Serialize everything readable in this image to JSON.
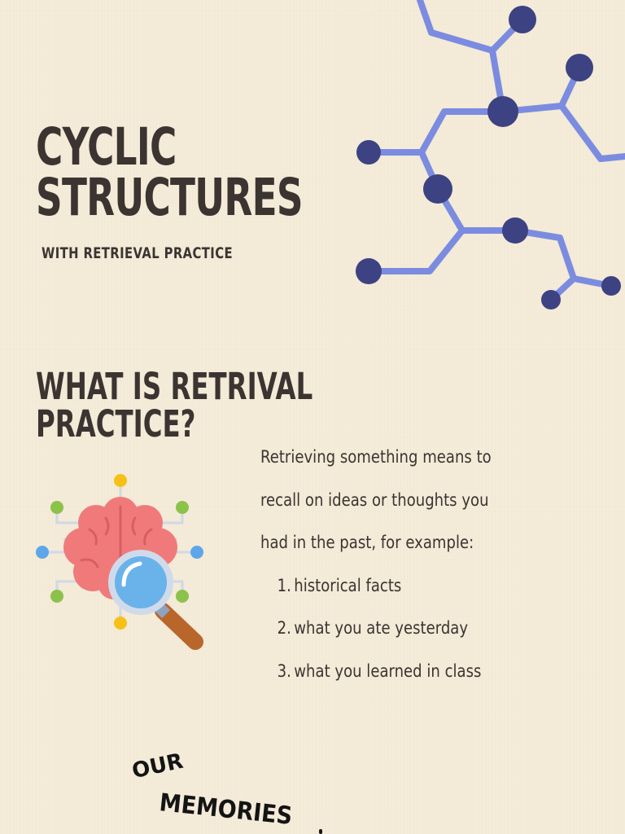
{
  "header": {
    "title_line_1": "CYCLIC",
    "title_line_2": "STRUCTURES",
    "subtitle": "WITH RETRIEVAL PRACTICE"
  },
  "section": {
    "heading_line_1": "WHAT IS RETRIVAL",
    "heading_line_2": "PRACTICE?",
    "paragraph_lines": [
      "Retrieving something means to",
      "recall on ideas or thoughts you",
      "had in the past, for example:"
    ],
    "list": [
      {
        "num": "1.",
        "text": "historical facts"
      },
      {
        "num": "2.",
        "text": "what you ate yesterday"
      },
      {
        "num": "3.",
        "text": "what you learned in class"
      }
    ]
  },
  "footer": {
    "word_1": "OUR",
    "word_2": "MEMORIES"
  },
  "icons": {
    "molecule": "molecule-structure-icon",
    "brain": "brain-magnifier-icon"
  },
  "colors": {
    "background": "#f5ecd9",
    "text": "#3b3431",
    "bond": "#7b8ce0",
    "atom": "#3d4282",
    "brain": "#f07a7a",
    "lens": "#6ab2ea",
    "handle": "#b9662b"
  }
}
